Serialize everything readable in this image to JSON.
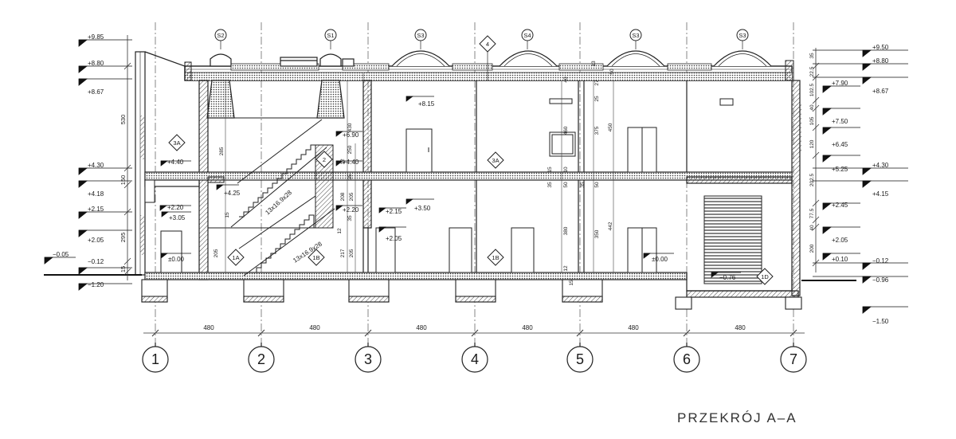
{
  "drawing": {
    "title": "PRZEKRÓJ A–A",
    "axes": [
      "1",
      "2",
      "3",
      "4",
      "5",
      "6",
      "7"
    ],
    "spans": [
      "480",
      "480",
      "480",
      "480",
      "480",
      "480"
    ],
    "tags": {
      "s2": "S2",
      "s1": "S1",
      "s3a": "S3",
      "s4": "S4",
      "s3b": "S3",
      "s3c": "S3",
      "d4": "4",
      "d2": "2",
      "d3a_left": "3A",
      "d3a_mid": "3A",
      "d1a": "1A",
      "d1b_stair": "1B",
      "d1b_mid": "1B",
      "d1d": "1D"
    },
    "left_levels": {
      "p985": "+9.85",
      "p880": "+8.80",
      "p867": "+8.67",
      "p430": "+4.30",
      "p418": "+4.18",
      "p215": "+2.15",
      "p205": "+2.05",
      "m005": "−0.05",
      "m012": "−0.12",
      "m120": "−1.20"
    },
    "left_dims": {
      "d530": "530",
      "d150": "150",
      "d295": "295",
      "d15": "15"
    },
    "right_levels": {
      "p950": "+9.50",
      "p880": "+8.80",
      "p867": "+8.67",
      "p790": "+7.90",
      "p750": "+7.50",
      "p645": "+6.45",
      "p525": "+5.25",
      "p430": "+4.30",
      "p415": "+4.15",
      "p245": "+2.45",
      "p205": "+2.05",
      "p010": "+0.10",
      "m012": "−0.12",
      "m096": "−0.96",
      "m150": "−1.50"
    },
    "right_dims": {
      "d35": "35",
      "d225": "22.5",
      "d1025": "102.5",
      "d40a": "40",
      "d105": "105",
      "d120": "120",
      "d2025": "202.5",
      "d775": "77.5",
      "d40b": "40",
      "d200": "200"
    },
    "interior_levels": {
      "p815": "+8.15",
      "p690": "+6.90",
      "p440a": "+4.40",
      "p440b": "+4.40",
      "p425": "+4.25",
      "p220a": "+2.20",
      "p220b": "+2.20",
      "p305": "+3.05",
      "p215": "+2.15",
      "p350": "+3.50",
      "p205": "+2.05",
      "z000a": "±0.00",
      "z000b": "±0.00",
      "m076": "−0.76"
    },
    "interior_dims": {
      "d285": "285",
      "d430": "430",
      "d250": "250",
      "d12a": "12",
      "d35a": "35",
      "d208": "208",
      "d35b": "35",
      "d12b": "12",
      "d217": "217",
      "d205a": "205",
      "d205b": "205",
      "d15s": "15",
      "d205c": "205",
      "d460": "460",
      "d375": "375",
      "d450": "450",
      "d15v": "15",
      "d10v": "10",
      "d35v": "35",
      "d50v": "50",
      "d35w": "35",
      "d50w": "50",
      "d380": "380",
      "d350": "350",
      "d442": "442",
      "d12v": "12",
      "d15bot": "15",
      "d25v": "25",
      "d40v": "40",
      "d27v": "27",
      "d50top": "50",
      "d13top": "13"
    },
    "stairs": {
      "upper": "13x16.9x28",
      "lower": "13x16.9x28"
    }
  }
}
